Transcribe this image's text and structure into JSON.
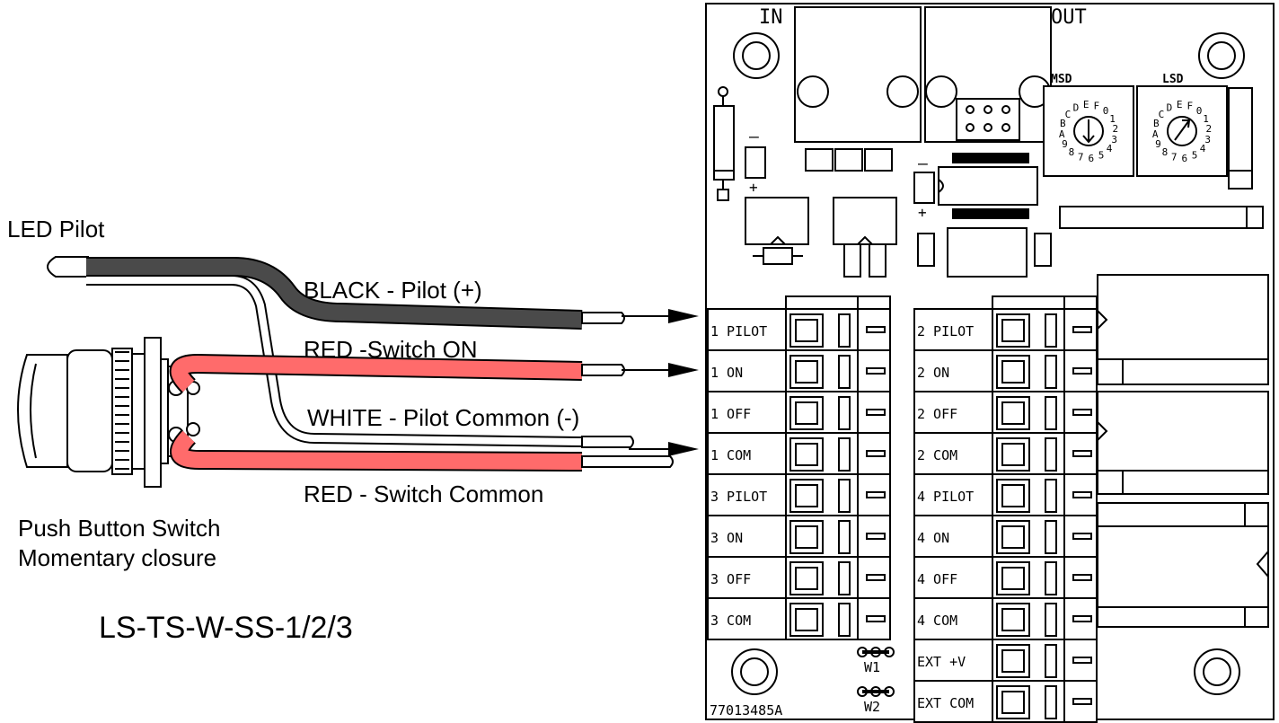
{
  "labels": {
    "led_pilot": "LED Pilot",
    "wire_black": "BLACK - Pilot (+)",
    "wire_red_on": "RED -Switch ON",
    "wire_white": "WHITE - Pilot Common (-)",
    "wire_red_com": "RED - Switch Common",
    "switch_line1": "Push Button Switch",
    "switch_line2": "Momentary closure",
    "model": "LS-TS-W-SS-1/2/3"
  },
  "board": {
    "in_label": "IN",
    "out_label": "OUT",
    "msd_label": "MSD",
    "lsd_label": "LSD",
    "dial_digits": "0123456789ABCDEF",
    "part_number": "77013485A",
    "jumper_w1": "W1",
    "jumper_w2": "W2",
    "left_terminals": [
      "1 PILOT",
      "1 ON",
      "1 OFF",
      "1 COM",
      "3 PILOT",
      "3 ON",
      "3 OFF",
      "3 COM"
    ],
    "right_terminals": [
      "2 PILOT",
      "2 ON",
      "2 OFF",
      "2 COM",
      "4 PILOT",
      "4 ON",
      "4 OFF",
      "4 COM",
      "EXT +V",
      "EXT COM"
    ]
  },
  "colors": {
    "black_wire": "#4a4a4a",
    "red_wire": "#ff6b6b",
    "white_wire": "#ffffff"
  }
}
